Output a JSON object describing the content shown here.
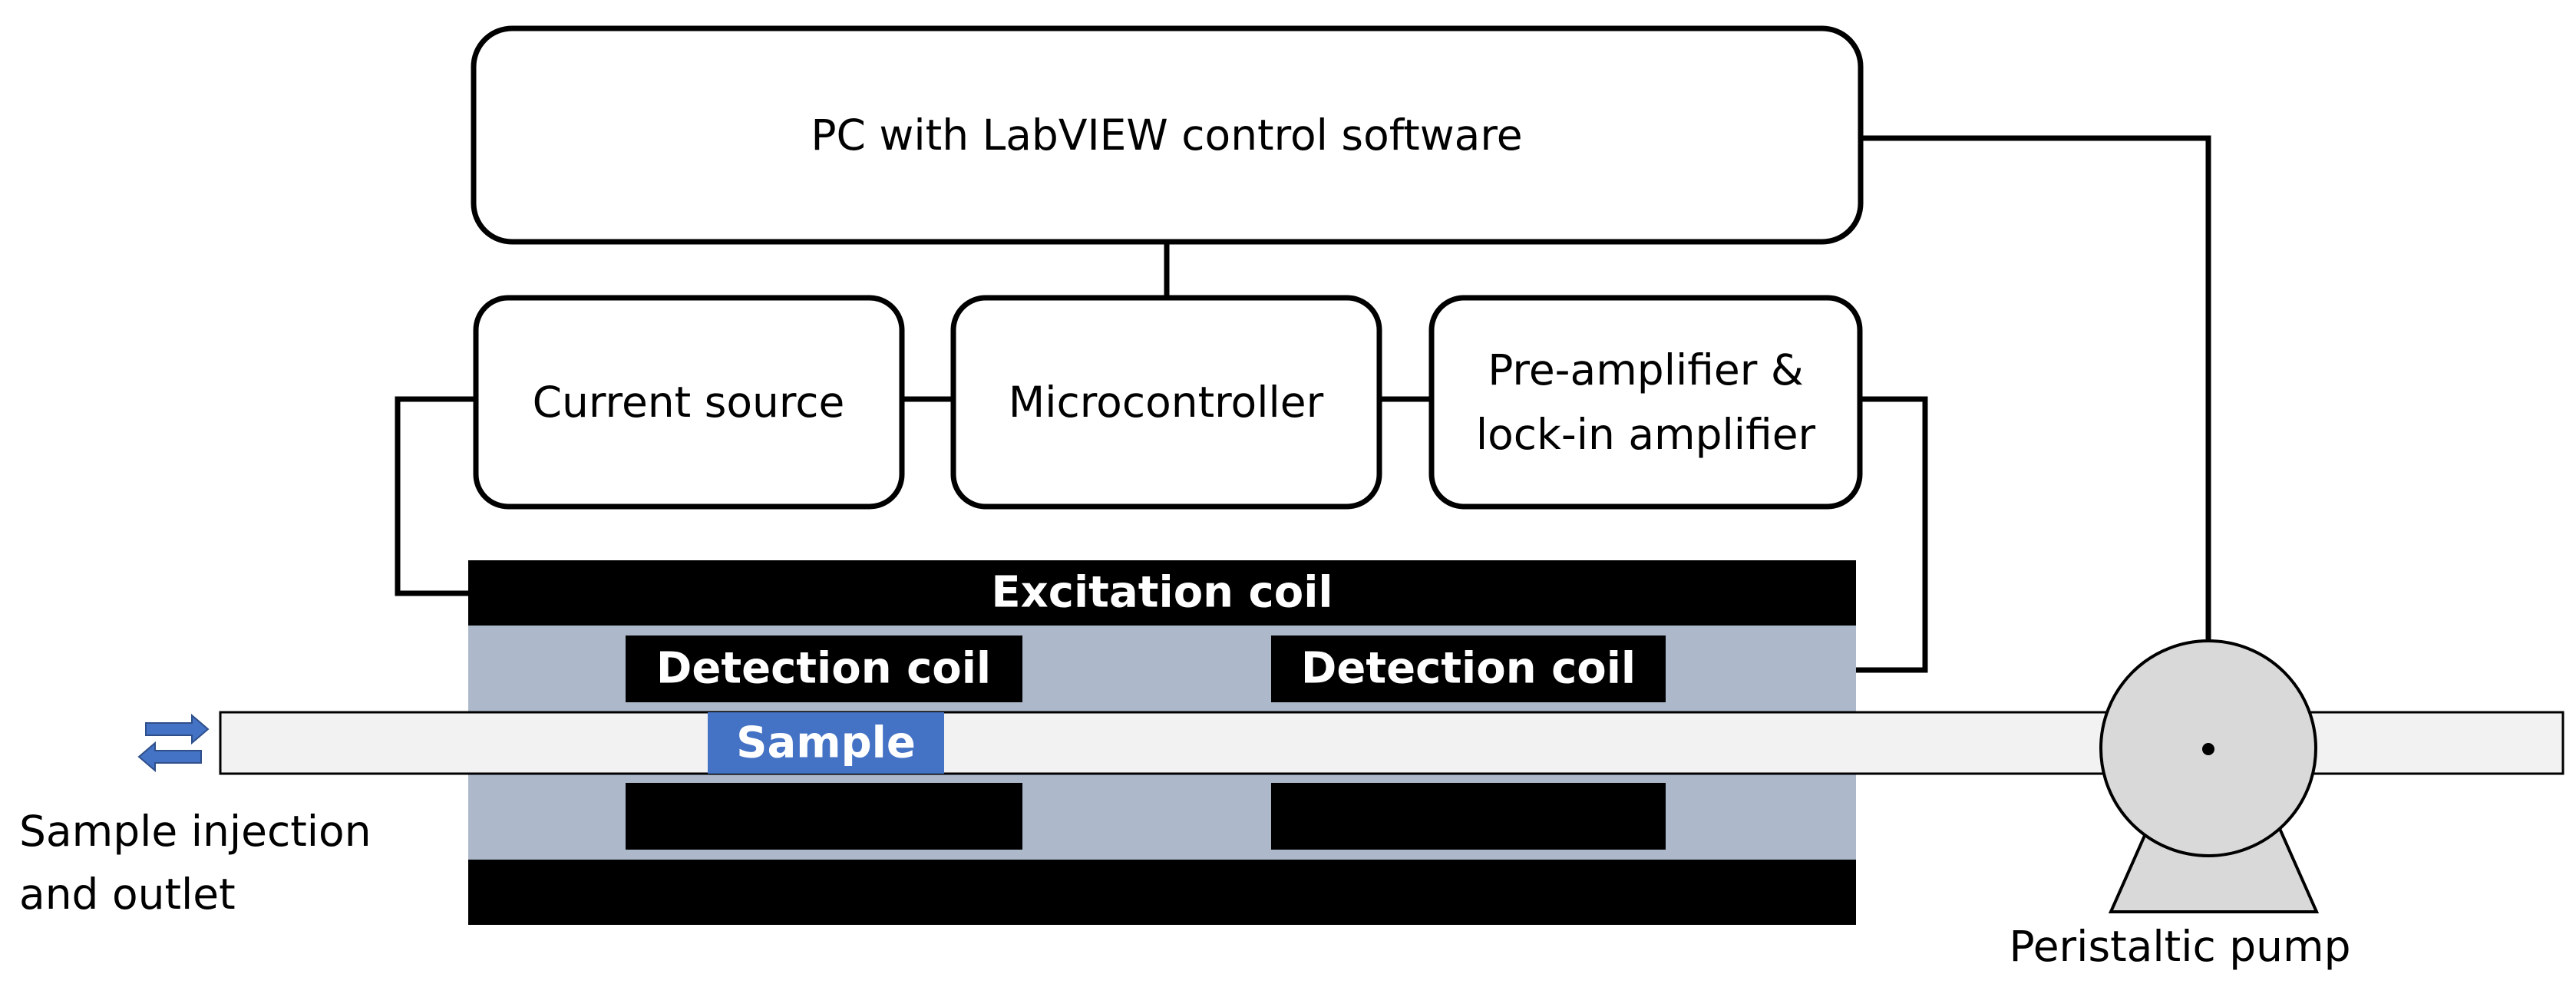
{
  "boxes": {
    "pc": "PC with LabVIEW control software",
    "current_source": "Current source",
    "microcontroller": "Microcontroller",
    "preamp_line1": "Pre-amplifier &",
    "preamp_line2": "lock-in amplifier"
  },
  "coils": {
    "excitation": "Excitation coil",
    "detection_left": "Detection coil",
    "detection_right": "Detection coil"
  },
  "sample": "Sample",
  "labels": {
    "injection_line1": "Sample injection",
    "injection_line2": "and outlet",
    "pump": "Peristaltic pump"
  },
  "colors": {
    "coil_block": "#000000",
    "housing": "#adb9ca",
    "sample": "#4472c4",
    "tube": "#f2f2f2",
    "pump": "#d9d9d9",
    "arrow": "#4472c4"
  }
}
